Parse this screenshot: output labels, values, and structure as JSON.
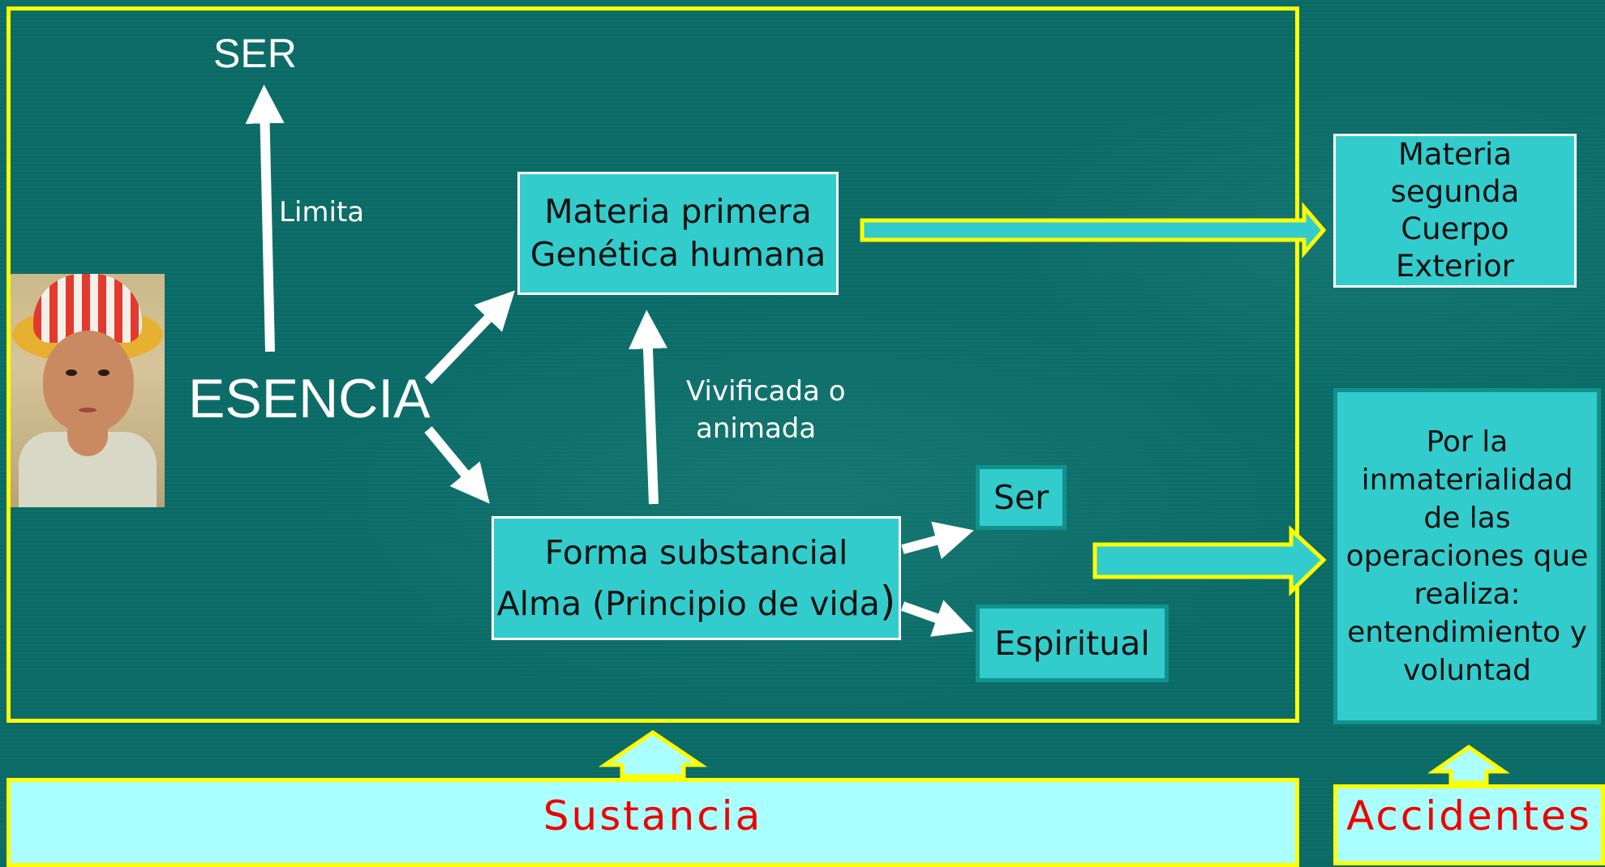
{
  "colors": {
    "background": "#0a6b66",
    "frame": "#ffff00",
    "box_fill": "#33cccc",
    "bar_fill": "#aaffff",
    "label_red": "#ee0000",
    "arrow": "#ffffff"
  },
  "labels": {
    "ser_top": "SER",
    "limita": "Limita",
    "esencia": "ESENCIA",
    "vivificada_line1": "Vivificada o",
    "vivificada_line2": "animada"
  },
  "boxes": {
    "materia_primera": {
      "line1": "Materia primera",
      "line2": "Genética humana"
    },
    "forma_substancial": {
      "line1": "Forma substancial",
      "line2_text": "Alma (Principio de vida",
      "line2_paren": ")"
    },
    "ser": "Ser",
    "espiritual": "Espiritual",
    "materia_segunda": {
      "line1": "Materia segunda",
      "line2": "Cuerpo",
      "line3": "Exterior"
    },
    "inmaterialidad": {
      "line1": "Por la",
      "line2": "inmaterialidad",
      "line3": "de las",
      "line4": "operaciones que",
      "line5": "realiza:",
      "line6": "entendimiento y",
      "line7": "voluntad"
    }
  },
  "bars": {
    "sustancia": "Sustancia",
    "accidentes": "Accidentes"
  },
  "icons": {
    "photo": "child-photo",
    "arrows": "arrow-icon"
  }
}
